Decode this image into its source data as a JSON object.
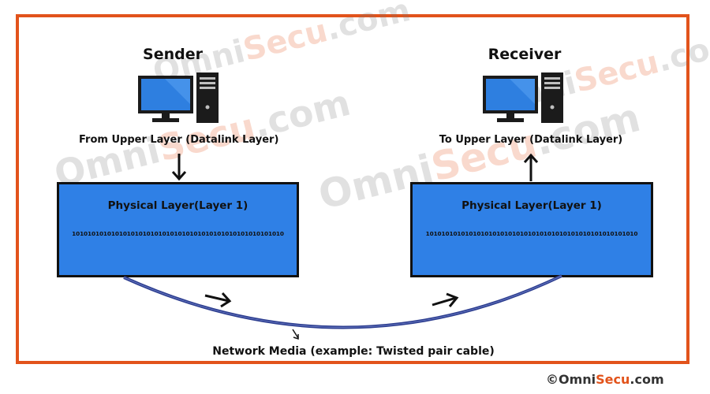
{
  "sender": {
    "title": "Sender",
    "from_label": "From Upper Layer (Datalink Layer)",
    "layer_title": "Physical Layer(Layer 1)",
    "bits": "101010101010101010101010101010101010101010101010101010"
  },
  "receiver": {
    "title": "Receiver",
    "to_label": "To Upper Layer (Datalink Layer)",
    "layer_title": "Physical Layer(Layer 1)",
    "bits": "101010101010101010101010101010101010101010101010101010"
  },
  "media_label": "Network Media (example: Twisted pair cable)",
  "watermark": {
    "omni": "Omni",
    "secu": "Secu",
    "dotcom": ".com"
  },
  "copyright": {
    "symbol": "©",
    "omni": "Omni",
    "secu": "Secu",
    "dotcom": ".com"
  },
  "colors": {
    "frame": "#e2531b",
    "layer_fill": "#2f80e6",
    "cable": "#2c3d8f",
    "screen": "#2e7fe0"
  },
  "icons": [
    "computer-icon",
    "arrow-down-icon",
    "arrow-up-icon",
    "arrow-right-icon"
  ]
}
